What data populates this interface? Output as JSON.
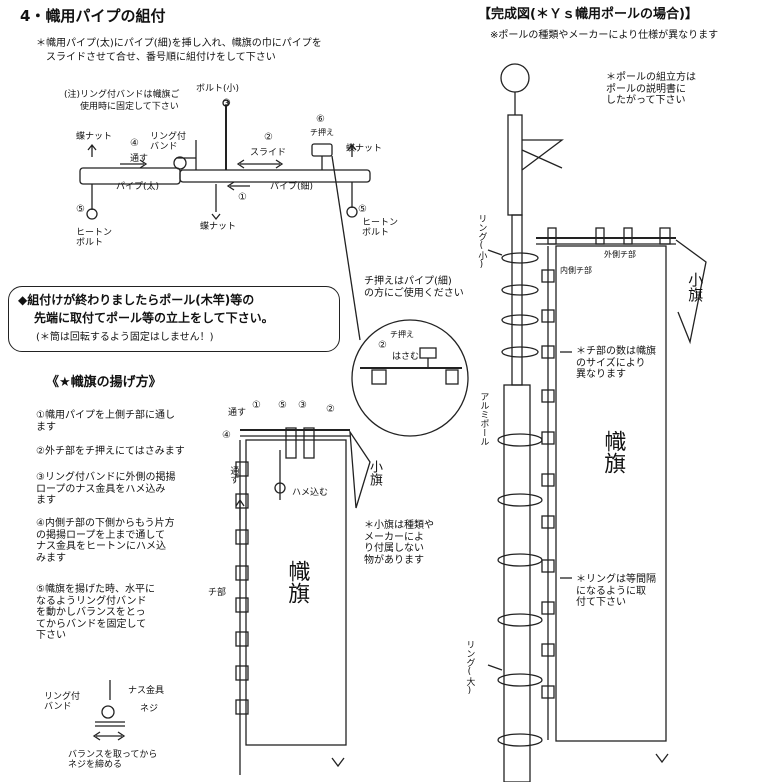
{
  "assembly": {
    "title": "4・幟用パイプの組付",
    "note_line1": "＊幟用パイプ(太)にパイプ(細)を挿し入れ、幟旗の巾にパイプを",
    "note_line2": "スライドさせて合せ、番号順に組付けをして下さい",
    "ring_note1": "(注)リング付バンドは幟旗ご",
    "ring_note2": "使用時に固定して下さい",
    "bolt_small": "ボルト(小)",
    "n3": "③",
    "chi_label": "チ押え",
    "n6": "⑥",
    "wingnut_left": "蝶ナット",
    "wingnut_right": "蝶ナット",
    "ring_band": "リング付\nバンド",
    "n4": "④",
    "through": "通す",
    "n2": "②",
    "slide": "スライド",
    "pipe_thick": "パイプ(太)",
    "pipe_thin": "パイプ(細)",
    "n1": "①",
    "n5a": "⑤",
    "n5b": "⑤",
    "heaton_left": "ヒートン\nボルト",
    "heaton_right": "ヒートン\nボルト",
    "wingnut_bottom": "蝶ナット",
    "chi_usage": "チ押えはパイプ(細)\nの方にご使用ください"
  },
  "notice": {
    "line1": "◆組付けが終わりましたらポール(木竿)等の",
    "line2": "先端に取付てポール等の立上をして下さい。",
    "line3": "(＊筒は回転するよう固定はしません！)"
  },
  "hoist": {
    "title": "《★幟旗の揚げ方》",
    "step1": "①幟用パイプを上側チ部に通し\nます",
    "step2": "②外チ部をチ押えにてはさみます",
    "step3": "③リング付バンドに外側の掲揚\nロープのナス金具をハメ込み\nます",
    "step4": "④内側チ部の下側からもう片方\nの掲揚ロープを上まで通して\nナス金具をヒートンにハメ込\nみます",
    "step5": "⑤幟旗を揚げた時、水平に\nなるようリング付バンド\nを動かしバランスをとっ\nてからバンドを固定して\n下さい",
    "ring_band": "リング付\nバンド",
    "nasu": "ナス金具",
    "screw": "ネジ",
    "balance": "バランスを取ってから\nネジを締める",
    "through_top": "通す",
    "through_side": "通す",
    "hame": "ハメ込む",
    "chi_bu": "チ部",
    "flag_text": "幟旗",
    "small_flag": "小旗",
    "small_flag_note": "＊小旗は種類や\nメーカーによ\nり付属しない\n物があります",
    "nums": "①",
    "n5": "⑤",
    "n3": "③",
    "n2": "②",
    "n4": "④"
  },
  "detail": {
    "chi": "チ押え",
    "n2": "②",
    "hasamu": "はさむ"
  },
  "complete": {
    "title": "【完成図(＊Ｙｓ幟用ポールの場合)】",
    "subtitle": "※ポールの種類やメーカーにより仕様が異なります",
    "pole_note": "＊ポールの組立方は\nポールの説明書に\nしたがって下さい",
    "ring_small": "リング(小)",
    "outer_chi": "外側チ部",
    "inner_chi": "内側チ部",
    "small_flag": "小旗",
    "chi_count": "＊チ部の数は幟旗\nのサイズにより\n異なります",
    "alumi_pole": "アルミポール",
    "flag_text": "幟旗",
    "ring_interval": "＊リングは等間隔\nになるように取\n付て下さい",
    "ring_large": "リング(大)"
  }
}
